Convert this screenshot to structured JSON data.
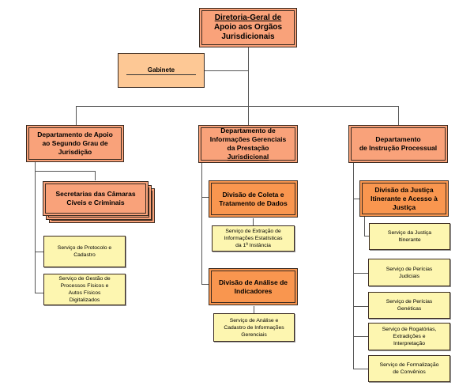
{
  "chart": {
    "root": {
      "line1": "Diretoria-Geral de",
      "line2": "Apoio aos Orgãos",
      "line3": "Jurisdicionais"
    },
    "staff": {
      "label": "Gabinete"
    },
    "departments": [
      {
        "label_lines": [
          "Departamento de Apoio",
          "ao Segundo Grau de",
          "Jurisdição"
        ],
        "units": [
          {
            "type": "secretariat",
            "label_lines": [
              "Secretarias das Câmaras",
              "Cíveis e Criminais"
            ]
          },
          {
            "type": "service",
            "label_lines": [
              "Serviço de Protocolo e",
              "Cadastro"
            ]
          },
          {
            "type": "service",
            "label_lines": [
              "Serviço de Gestão de",
              "Processos Físicos e",
              "Autos Físicos",
              "Digitalizados"
            ]
          }
        ]
      },
      {
        "label_lines": [
          "Departamento de",
          "Informações Gerenciais",
          "da Prestação",
          "Jurisdicional"
        ],
        "divisions": [
          {
            "label_lines": [
              "Divisão de Coleta e",
              "Tratamento de Dados"
            ],
            "services": [
              {
                "label_lines": [
                  "Serviço de Extração de",
                  "Informações Estatísticas",
                  "da 1ª Instância"
                ]
              }
            ]
          },
          {
            "label_lines": [
              "Divisão de Análise de",
              "Indicadores"
            ],
            "services": [
              {
                "label_lines": [
                  "Serviço de Análise e",
                  "Cadastro de Informações",
                  "Gerenciais"
                ]
              }
            ]
          }
        ]
      },
      {
        "label_lines": [
          "Departamento",
          "de Instrução Processual"
        ],
        "divisions": [
          {
            "label_lines": [
              "Divisão da Justiça",
              "Itinerante e Acesso à",
              "Justiça"
            ],
            "services": [
              {
                "label_lines": [
                  "Serviço da Justiça",
                  "Itinerante"
                ]
              }
            ]
          }
        ],
        "services": [
          {
            "label_lines": [
              "Serviço de Perícias",
              "Judiciais"
            ]
          },
          {
            "label_lines": [
              "Serviço de Perícias",
              "Genéticas"
            ]
          },
          {
            "label_lines": [
              "Serviço de Rogatórias,",
              "Extradições e",
              "Interpretação"
            ]
          },
          {
            "label_lines": [
              "Serviço de Formalização",
              "de Convênios"
            ]
          }
        ]
      }
    ]
  }
}
